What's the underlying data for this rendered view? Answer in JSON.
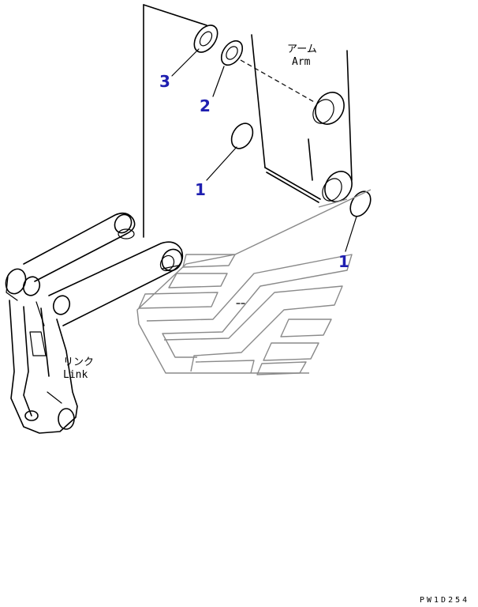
{
  "callouts": {
    "c1_upper": "1",
    "c1_lower": "1",
    "c2": "2",
    "c3": "3"
  },
  "labels": {
    "arm_jp": "アーム",
    "arm_en": "Arm",
    "link_jp": "リンク",
    "link_en": "Link"
  },
  "drawing_code": "PW1D254",
  "colors": {
    "callout": "#1f1fb0",
    "line": "#000000",
    "bucket": "#8a8a8a"
  }
}
